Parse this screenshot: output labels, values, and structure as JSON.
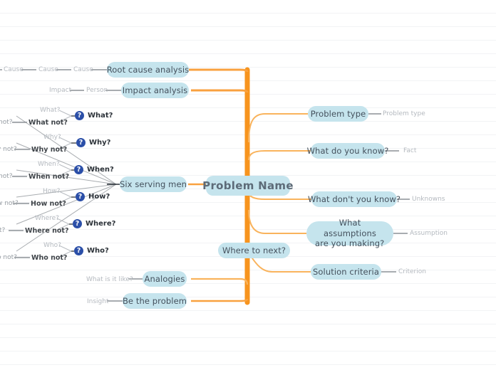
{
  "diagram": {
    "title": "Problem Name",
    "type": "mind-map",
    "colors": {
      "node_fill": "#c5e4ed",
      "node_text": "#44505c",
      "trunk": "#f7941e",
      "branch": "#f9b35c",
      "gray_edge": "#8c9196",
      "faint_label": "#b4b9bf",
      "dark_label": "#3f4449",
      "icon_blue": "#2b4fa8",
      "rule_line": "#f2f3f5",
      "background": "#ffffff"
    }
  },
  "root": {
    "label": "Problem Name"
  },
  "right_branches": [
    {
      "label": "Problem type",
      "tag": "Problem type"
    },
    {
      "label": "What do you know?",
      "tag": "Fact"
    },
    {
      "label": "What don't you know?",
      "tag": "Unknowns"
    },
    {
      "label": "What assumptions are you making?",
      "tag": "Assumption",
      "line1": "What assumptions",
      "line2": "are you making?"
    },
    {
      "label": "Solution criteria",
      "tag": "Criterion"
    }
  ],
  "left_branches": [
    {
      "label": "Root cause analysis",
      "tags": [
        "Cause",
        "Cause",
        "Cause"
      ]
    },
    {
      "label": "Impact analysis",
      "tags": [
        "Impact",
        "Person"
      ]
    },
    {
      "label": "Six serving men",
      "tags": []
    },
    {
      "label": "Analogies",
      "tags": [
        "What is it like?"
      ]
    },
    {
      "label": "Be the problem",
      "tags": [
        "Insight"
      ]
    }
  ],
  "where_to_next": {
    "label": "Where to next?"
  },
  "six_serving_men": {
    "icon": "question-icon",
    "icon_glyph": "?",
    "items": [
      {
        "question": "What?",
        "faint": "What?",
        "dark": "What not?",
        "clipped": "not?"
      },
      {
        "question": "Why?",
        "faint": "Why?",
        "dark": "Why not?",
        "clipped": "y not?"
      },
      {
        "question": "When?",
        "faint": "When?",
        "dark": "When not?",
        "clipped": "not?"
      },
      {
        "question": "How?",
        "faint": "How?",
        "dark": "How not?",
        "clipped": "w not?"
      },
      {
        "question": "Where?",
        "faint": "Where?",
        "dark": "Where not?",
        "clipped": "t?"
      },
      {
        "question": "Who?",
        "faint": "Who?",
        "dark": "Who not?",
        "clipped": "o not?"
      }
    ]
  }
}
